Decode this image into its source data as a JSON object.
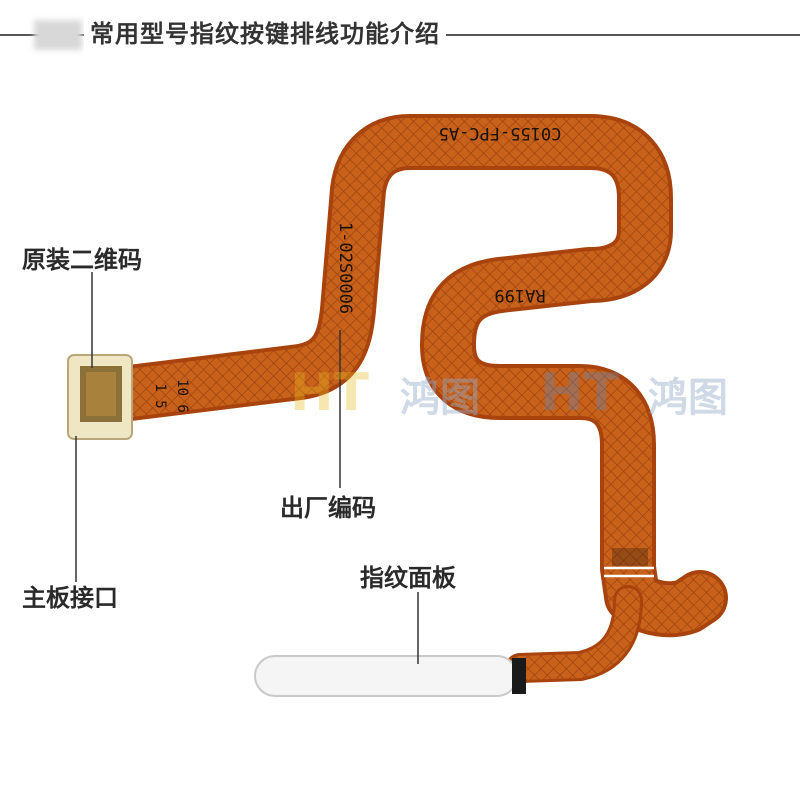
{
  "title": "常用型号指纹按键排线功能介绍",
  "labels": {
    "qr": "原装二维码",
    "factory_code": "出厂编码",
    "panel": "指纹面板",
    "port": "主板接口"
  },
  "cable_print": {
    "model": "C0155-FPC-A5",
    "serial": "1-02S0006",
    "ra": "RA199",
    "connector_line1": "10 6",
    "connector_line2": "1 5"
  },
  "watermark": {
    "mark": "HT",
    "brand": "鸿图"
  },
  "colors": {
    "cable": "#c8611a",
    "cable_edge": "#a9430d",
    "panel": "#f5f5f5"
  }
}
